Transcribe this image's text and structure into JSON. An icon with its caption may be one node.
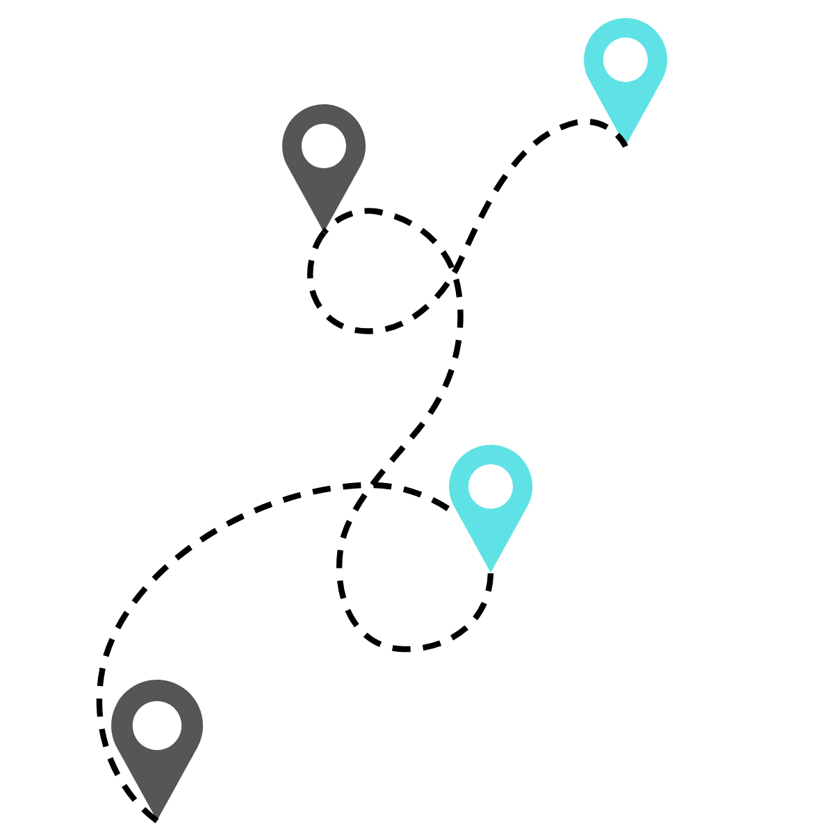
{
  "diagram": {
    "nodes": [
      {
        "text": [],
        "shape": "pin"
      },
      {
        "text": [],
        "shape": "pin"
      },
      {
        "text": [],
        "shape": "pin"
      },
      {
        "text": [],
        "shape": "pin"
      }
    ],
    "edges": [
      {
        "from": 3,
        "to": 2,
        "arrow": "none",
        "style": "dashed"
      },
      {
        "from": 2,
        "to": 1,
        "arrow": "none",
        "style": "dashed"
      },
      {
        "from": 1,
        "to": 0,
        "arrow": "none",
        "style": "dashed"
      }
    ]
  }
}
